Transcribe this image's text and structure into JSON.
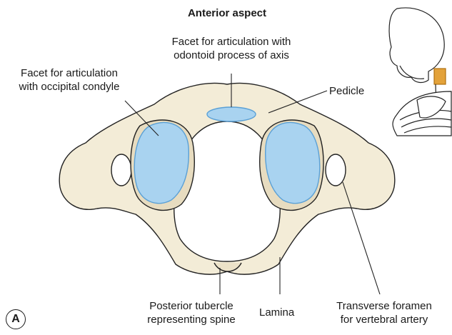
{
  "title": "Anterior aspect",
  "labels": {
    "odontoid_facet_l1": "Facet for articulation with",
    "odontoid_facet_l2": "odontoid process of axis",
    "occipital_facet_l1": "Facet for articulation",
    "occipital_facet_l2": "with occipital condyle",
    "pedicle": "Pedicle",
    "posterior_tubercle_l1": "Posterior tubercle",
    "posterior_tubercle_l2": "representing spine",
    "lamina": "Lamina",
    "transverse_foramen_l1": "Transverse foramen",
    "transverse_foramen_l2": "for vertebral artery"
  },
  "panel_letter": "A",
  "colors": {
    "bone_fill": "#f3ecd7",
    "bone_shadow": "#ddd2b4",
    "facet_fill": "#a9d3f0",
    "facet_stroke": "#5aa0d6",
    "outline": "#222222",
    "highlight": "#e3a23a"
  }
}
